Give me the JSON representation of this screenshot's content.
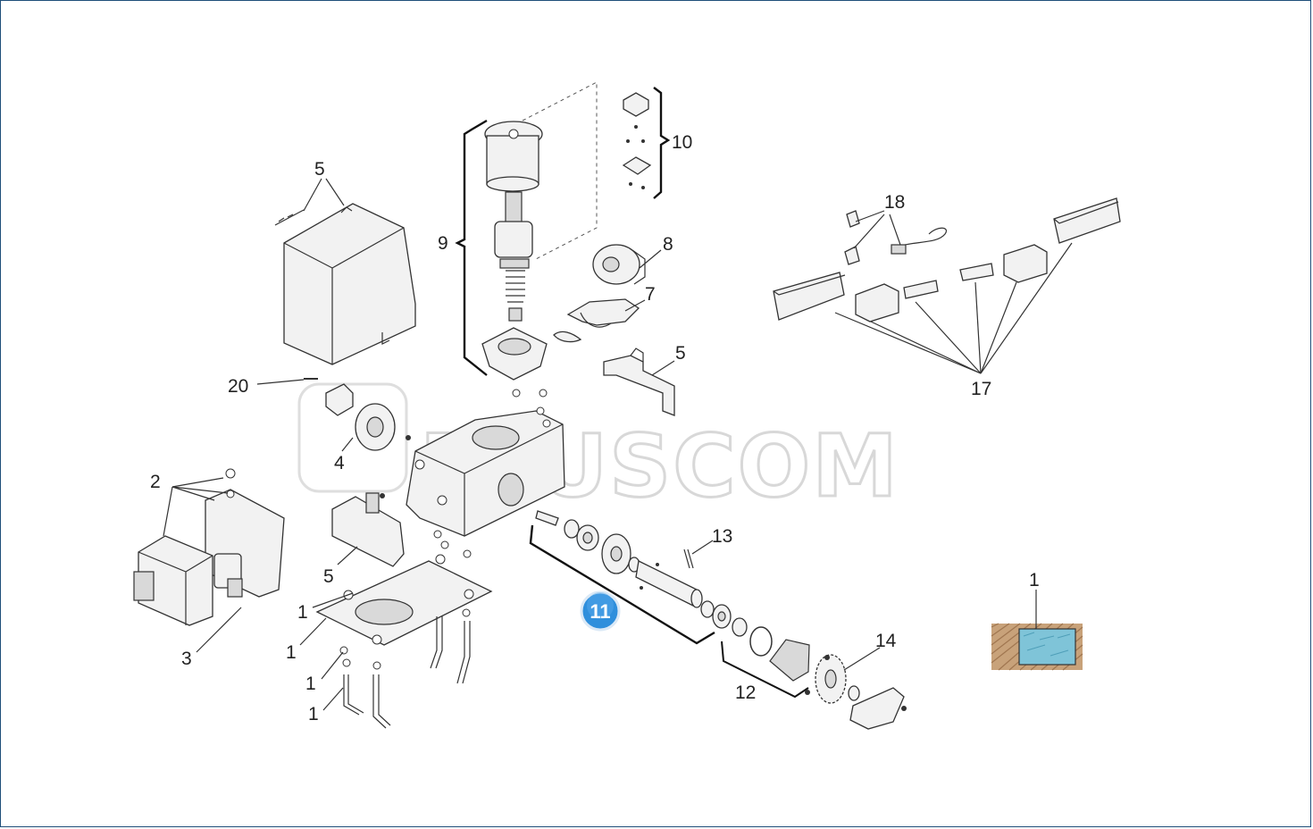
{
  "watermark": "PLUSCOM",
  "highlight_badge": "11",
  "callouts": {
    "c1_seal": "1",
    "c1_a": "1",
    "c1_b": "1",
    "c1_c": "1",
    "c1_d": "1",
    "c2": "2",
    "c3": "3",
    "c4": "4",
    "c5_cover": "5",
    "c5_bracket": "5",
    "c5_cap": "5",
    "c7": "7",
    "c8": "8",
    "c9": "9",
    "c10": "10",
    "c12": "12",
    "c13": "13",
    "c14": "14",
    "c17": "17",
    "c18": "18",
    "c20": "20"
  },
  "colors": {
    "frame": "#1f4e79",
    "badge": "#2f8fdc",
    "seal_fill": "#7fc4d8",
    "seal_border": "#c8a27a"
  }
}
